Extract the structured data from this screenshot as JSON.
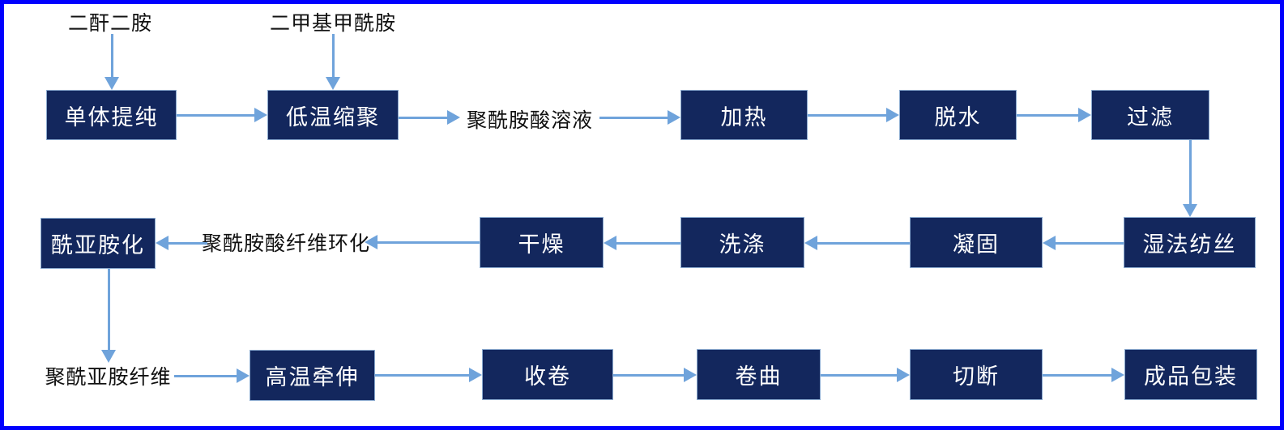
{
  "diagram": {
    "description": "Polyimide fiber production process flowchart",
    "colors": {
      "background": "#ffffff",
      "frame_border": "#0000fe",
      "box_fill": "#13275d",
      "box_border": "#8aa9ce",
      "box_text": "#ffffff",
      "label_text": "#111111",
      "arrow": "#6fa3db"
    },
    "nodes": [
      {
        "id": "dianhydride-diamine",
        "kind": "label",
        "label": "二酐二胺"
      },
      {
        "id": "dmf",
        "kind": "label",
        "label": "二甲基甲酰胺"
      },
      {
        "id": "monomer-purification",
        "kind": "box",
        "label": "单体提纯"
      },
      {
        "id": "low-temp-polycondensation",
        "kind": "box",
        "label": "低温缩聚"
      },
      {
        "id": "paa-solution",
        "kind": "label",
        "label": "聚酰胺酸溶液"
      },
      {
        "id": "heating",
        "kind": "box",
        "label": "加热"
      },
      {
        "id": "dehydration",
        "kind": "box",
        "label": "脱水"
      },
      {
        "id": "filtration",
        "kind": "box",
        "label": "过滤"
      },
      {
        "id": "imidization",
        "kind": "box",
        "label": "酰亚胺化"
      },
      {
        "id": "paa-fiber-cyclization",
        "kind": "label",
        "label": "聚酰胺酸纤维环化"
      },
      {
        "id": "drying",
        "kind": "box",
        "label": "干燥"
      },
      {
        "id": "washing",
        "kind": "box",
        "label": "洗涤"
      },
      {
        "id": "coagulation",
        "kind": "box",
        "label": "凝固"
      },
      {
        "id": "wet-spinning",
        "kind": "box",
        "label": "湿法纺丝"
      },
      {
        "id": "polyimide-fiber",
        "kind": "label",
        "label": "聚酰亚胺纤维"
      },
      {
        "id": "high-temp-drawing",
        "kind": "box",
        "label": "高温牵伸"
      },
      {
        "id": "winding",
        "kind": "box",
        "label": "收卷"
      },
      {
        "id": "crimping",
        "kind": "box",
        "label": "卷曲"
      },
      {
        "id": "cutting",
        "kind": "box",
        "label": "切断"
      },
      {
        "id": "packaging",
        "kind": "box",
        "label": "成品包装"
      }
    ],
    "edges": [
      {
        "from": "dianhydride-diamine",
        "to": "monomer-purification"
      },
      {
        "from": "dmf",
        "to": "low-temp-polycondensation"
      },
      {
        "from": "monomer-purification",
        "to": "low-temp-polycondensation"
      },
      {
        "from": "low-temp-polycondensation",
        "to": "paa-solution"
      },
      {
        "from": "paa-solution",
        "to": "heating"
      },
      {
        "from": "heating",
        "to": "dehydration"
      },
      {
        "from": "dehydration",
        "to": "filtration"
      },
      {
        "from": "filtration",
        "to": "wet-spinning"
      },
      {
        "from": "wet-spinning",
        "to": "coagulation"
      },
      {
        "from": "coagulation",
        "to": "washing"
      },
      {
        "from": "washing",
        "to": "drying"
      },
      {
        "from": "drying",
        "to": "paa-fiber-cyclization"
      },
      {
        "from": "paa-fiber-cyclization",
        "to": "imidization"
      },
      {
        "from": "imidization",
        "to": "polyimide-fiber"
      },
      {
        "from": "polyimide-fiber",
        "to": "high-temp-drawing"
      },
      {
        "from": "high-temp-drawing",
        "to": "winding"
      },
      {
        "from": "winding",
        "to": "crimping"
      },
      {
        "from": "crimping",
        "to": "cutting"
      },
      {
        "from": "cutting",
        "to": "packaging"
      }
    ]
  }
}
